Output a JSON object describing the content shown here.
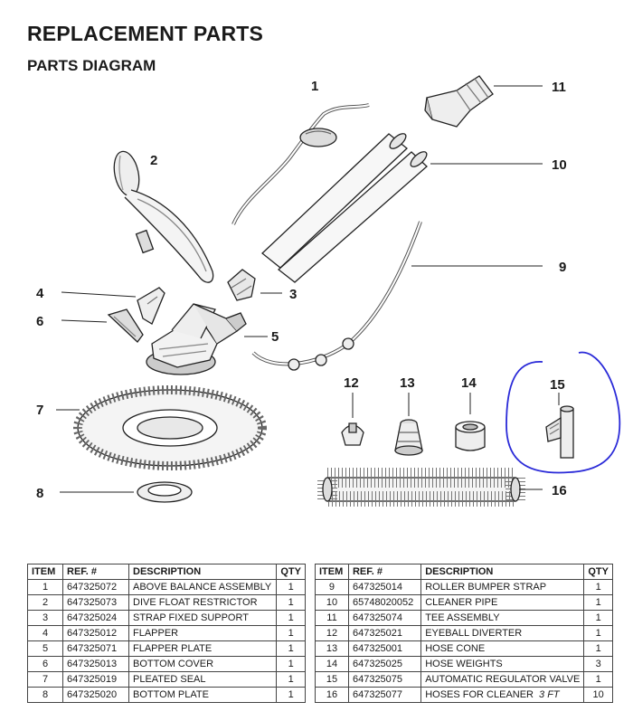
{
  "header": {
    "title": "REPLACEMENT PARTS",
    "subtitle": "PARTS DIAGRAM"
  },
  "diagram": {
    "callouts": [
      "1",
      "2",
      "3",
      "4",
      "5",
      "6",
      "7",
      "8",
      "9",
      "10",
      "11",
      "12",
      "13",
      "14",
      "15",
      "16"
    ],
    "highlight_color": "#2a2ad8"
  },
  "table": {
    "headers": [
      "ITEM",
      "REF. #",
      "DESCRIPTION",
      "QTY"
    ],
    "left": [
      {
        "item": "1",
        "ref": "647325072",
        "desc": "ABOVE BALANCE ASSEMBLY",
        "qty": "1"
      },
      {
        "item": "2",
        "ref": "647325073",
        "desc": "DIVE FLOAT RESTRICTOR",
        "qty": "1"
      },
      {
        "item": "3",
        "ref": "647325024",
        "desc": "STRAP FIXED SUPPORT",
        "qty": "1"
      },
      {
        "item": "4",
        "ref": "647325012",
        "desc": "FLAPPER",
        "qty": "1"
      },
      {
        "item": "5",
        "ref": "647325071",
        "desc": "FLAPPER PLATE",
        "qty": "1"
      },
      {
        "item": "6",
        "ref": "647325013",
        "desc": "BOTTOM COVER",
        "qty": "1"
      },
      {
        "item": "7",
        "ref": "647325019",
        "desc": "PLEATED SEAL",
        "qty": "1"
      },
      {
        "item": "8",
        "ref": "647325020",
        "desc": "BOTTOM PLATE",
        "qty": "1"
      }
    ],
    "right": [
      {
        "item": "9",
        "ref": "647325014",
        "desc": "ROLLER BUMPER STRAP",
        "qty": "1"
      },
      {
        "item": "10",
        "ref": "65748020052",
        "desc": "CLEANER PIPE",
        "qty": "1"
      },
      {
        "item": "11",
        "ref": "647325074",
        "desc": "TEE ASSEMBLY",
        "qty": "1"
      },
      {
        "item": "12",
        "ref": "647325021",
        "desc": "EYEBALL DIVERTER",
        "qty": "1"
      },
      {
        "item": "13",
        "ref": "647325001",
        "desc": "HOSE CONE",
        "qty": "1"
      },
      {
        "item": "14",
        "ref": "647325025",
        "desc": "HOSE WEIGHTS",
        "qty": "3"
      },
      {
        "item": "15",
        "ref": "647325075",
        "desc": "AUTOMATIC REGULATOR VALVE",
        "qty": "1"
      },
      {
        "item": "16",
        "ref": "647325077",
        "desc": "HOSES FOR CLEANER",
        "note": "3 FT",
        "qty": "10"
      }
    ]
  }
}
